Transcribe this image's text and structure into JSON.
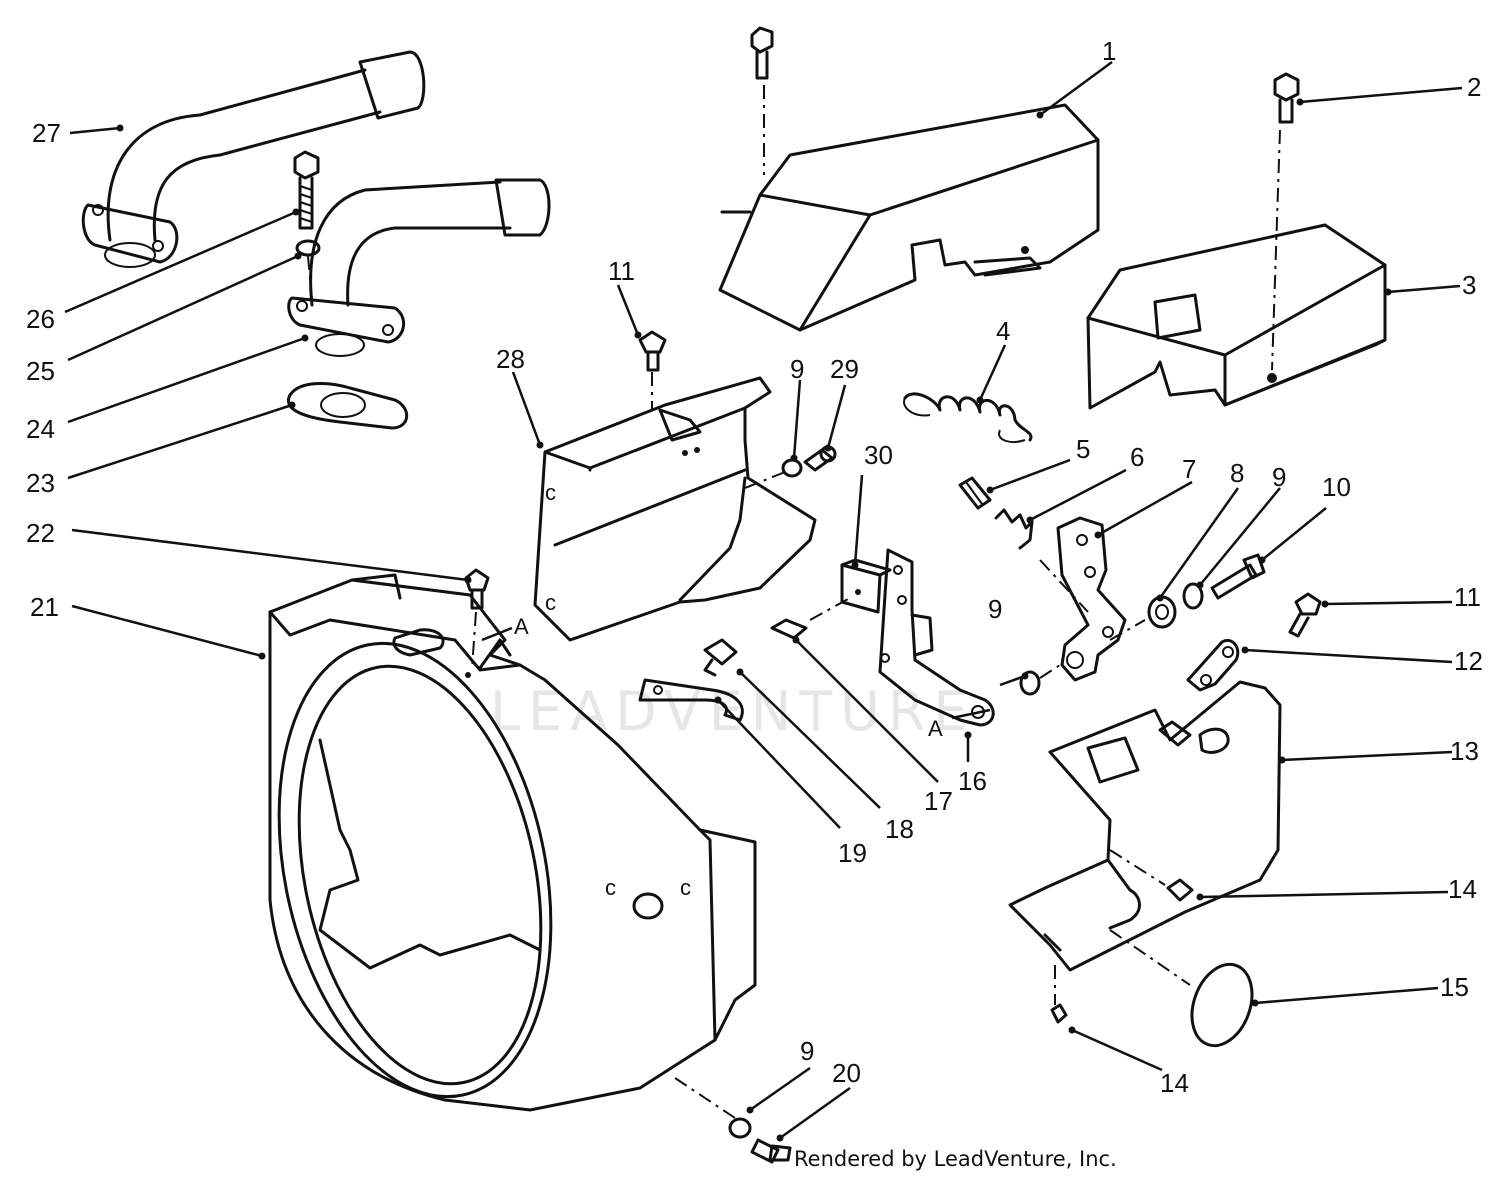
{
  "diagram": {
    "watermark": "LEADVENTURE",
    "credit": "Rendered by LeadVenture, Inc.",
    "callouts": {
      "c1": "1",
      "c2": "2",
      "c3": "3",
      "c4": "4",
      "c5": "5",
      "c6": "6",
      "c7": "7",
      "c8": "8",
      "c9a": "9",
      "c9b": "9",
      "c9c": "9",
      "c9d": "9",
      "c10": "10",
      "c11a": "11",
      "c11b": "11",
      "c12": "12",
      "c13": "13",
      "c14a": "14",
      "c14b": "14",
      "c15": "15",
      "c16": "16",
      "c17": "17",
      "c18": "18",
      "c19": "19",
      "c20": "20",
      "c21": "21",
      "c22": "22",
      "c23": "23",
      "c24": "24",
      "c25": "25",
      "c26": "26",
      "c27": "27",
      "c28": "28",
      "c29": "29",
      "c30": "30"
    },
    "letters": {
      "a1": "A",
      "a2": "A"
    }
  }
}
